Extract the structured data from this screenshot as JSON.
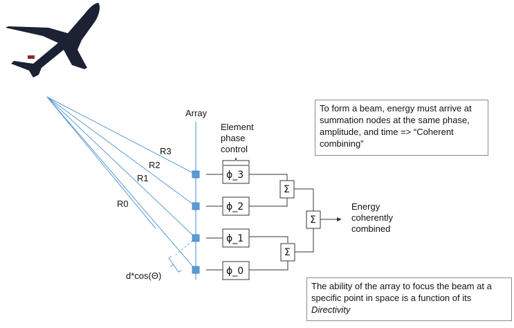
{
  "diagram": {
    "aircraft": "airplane-image",
    "array_label": "Array",
    "phase_control_label": [
      "Element",
      "phase",
      "control"
    ],
    "range_labels": [
      "R0",
      "R1",
      "R2",
      "R3"
    ],
    "phase_shifters": [
      "ϕ_3",
      "ϕ_2",
      "ϕ_1",
      "ϕ_0"
    ],
    "summation_symbol": "Σ",
    "output_label": [
      "Energy",
      "coherently",
      "combined"
    ],
    "spacing_label": "d*cos(Θ)",
    "note_top": "To form a beam, energy must arrive at summation nodes at the same phase, amplitude, and time => “Coherent combining”",
    "note_bottom_text": "The ability of the array to focus the beam at a specific point in space is a function of its",
    "note_bottom_emphasis": "Directivity",
    "colors": {
      "ray": "#5b9bd5",
      "element": "#5b9bd5",
      "wire": "#333333",
      "box_border": "#8a8a8a"
    }
  }
}
